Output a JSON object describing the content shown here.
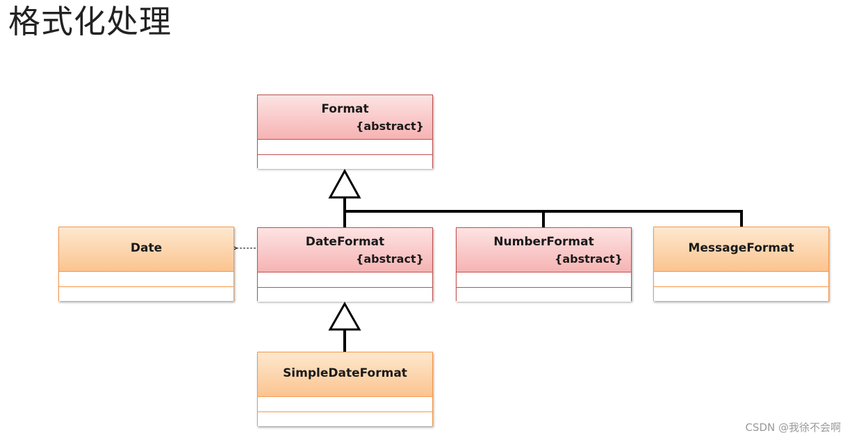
{
  "title": "格式化处理",
  "watermark": "CSDN @我徐不会啊",
  "colors": {
    "abstract_fill": "#f6b3b3",
    "abstract_border": "#c0504d",
    "concrete_fill": "#fbc490",
    "concrete_border": "#f79646",
    "connector": "#000000"
  },
  "classes": {
    "format": {
      "name": "Format",
      "stereotype": "{abstract}"
    },
    "date_format": {
      "name": "DateFormat",
      "stereotype": "{abstract}"
    },
    "number_format": {
      "name": "NumberFormat",
      "stereotype": "{abstract}"
    },
    "message_format": {
      "name": "MessageFormat"
    },
    "date": {
      "name": "Date"
    },
    "simple_date_format": {
      "name": "SimpleDateFormat"
    }
  },
  "relations": [
    {
      "kind": "generalization",
      "from": "DateFormat",
      "to": "Format"
    },
    {
      "kind": "generalization",
      "from": "NumberFormat",
      "to": "Format"
    },
    {
      "kind": "generalization",
      "from": "MessageFormat",
      "to": "Format"
    },
    {
      "kind": "generalization",
      "from": "SimpleDateFormat",
      "to": "DateFormat"
    },
    {
      "kind": "dependency",
      "from": "DateFormat",
      "to": "Date"
    }
  ]
}
